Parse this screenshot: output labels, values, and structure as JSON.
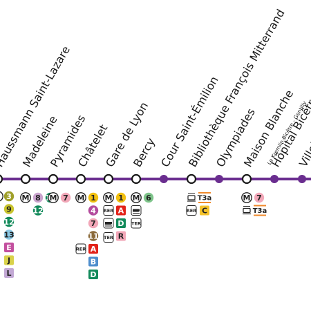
{
  "line": {
    "color": "#6a2d8f"
  },
  "stations": [
    {
      "id": "haussmann-saint-lazare",
      "name": "Haussmann Saint-Lazare",
      "kind": "interchange",
      "badges": [
        {
          "kind": "circle",
          "text": "3",
          "bg": "#a0a02a",
          "fg": "#ffffff"
        },
        {
          "kind": "circle",
          "text": "9",
          "bg": "#c8c32d",
          "fg": "#222222"
        },
        {
          "kind": "circle",
          "text": "12",
          "bg": "#138a5b",
          "fg": "#ffffff"
        },
        {
          "kind": "circle",
          "text": "13",
          "bg": "#8cc8e4",
          "fg": "#222222"
        },
        {
          "kind": "square",
          "text": "E",
          "bg": "#c34f9e",
          "fg": "#ffffff"
        },
        {
          "kind": "square",
          "text": "J",
          "bg": "#d9d24a",
          "fg": "#222222"
        },
        {
          "kind": "square",
          "text": "L",
          "bg": "#c2a8d4",
          "fg": "#222222"
        }
      ]
    },
    {
      "id": "madeleine",
      "name": "Madeleine",
      "kind": "interchange",
      "badges": [
        {
          "kind": "metro",
          "text": "M",
          "bg": "#ffffff",
          "fg": "#222222"
        },
        {
          "kind": "circle",
          "text": "8",
          "bg": "#c9a3cd",
          "fg": "#222222"
        },
        {
          "kind": "circle",
          "text": "12",
          "bg": "#138a5b",
          "fg": "#ffffff"
        }
      ]
    },
    {
      "id": "pyramides",
      "name": "Pyramides",
      "kind": "interchange",
      "badges": [
        {
          "kind": "metro",
          "text": "M",
          "bg": "#ffffff",
          "fg": "#222222"
        },
        {
          "kind": "circle",
          "text": "7",
          "bg": "#f2a7b8",
          "fg": "#222222"
        }
      ]
    },
    {
      "id": "chatelet",
      "name": "Châtelet",
      "kind": "interchange",
      "badges": [
        {
          "kind": "metro",
          "text": "M",
          "bg": "#ffffff",
          "fg": "#222222"
        },
        {
          "kind": "circle",
          "text": "1",
          "bg": "#f2c010",
          "fg": "#222222"
        },
        {
          "kind": "circle",
          "text": "4",
          "bg": "#b44b9d",
          "fg": "#ffffff"
        },
        {
          "kind": "circle",
          "text": "7",
          "bg": "#f2a7b8",
          "fg": "#222222"
        },
        {
          "kind": "circle",
          "text": "11",
          "bg": "#8b6a3a",
          "fg": "#ffffff"
        },
        {
          "kind": "square",
          "text": "A",
          "bg": "#e2231a",
          "fg": "#ffffff"
        },
        {
          "kind": "square",
          "text": "B",
          "bg": "#4f8ecd",
          "fg": "#ffffff"
        },
        {
          "kind": "square",
          "text": "D",
          "bg": "#138a5b",
          "fg": "#ffffff"
        }
      ],
      "extras": [
        {
          "kind": "rer",
          "text": "RER"
        }
      ]
    },
    {
      "id": "gare-de-lyon",
      "name": "Gare de Lyon",
      "kind": "interchange",
      "badges": [
        {
          "kind": "metro",
          "text": "M",
          "bg": "#ffffff",
          "fg": "#222222"
        },
        {
          "kind": "circle",
          "text": "1",
          "bg": "#f2c010",
          "fg": "#222222"
        },
        {
          "kind": "square",
          "text": "A",
          "bg": "#e2231a",
          "fg": "#ffffff"
        },
        {
          "kind": "square",
          "text": "D",
          "bg": "#138a5b",
          "fg": "#ffffff"
        },
        {
          "kind": "square",
          "text": "R",
          "bg": "#f2a7b8",
          "fg": "#222222"
        }
      ],
      "extras": [
        {
          "kind": "rer",
          "text": "RER"
        },
        {
          "kind": "train-icon"
        },
        {
          "kind": "ter",
          "text": "TER"
        }
      ]
    },
    {
      "id": "bercy",
      "name": "Bercy",
      "kind": "interchange",
      "badges": [
        {
          "kind": "metro",
          "text": "M",
          "bg": "#ffffff",
          "fg": "#222222"
        },
        {
          "kind": "circle",
          "text": "6",
          "bg": "#7ec48a",
          "fg": "#222222"
        }
      ],
      "extras": [
        {
          "kind": "train-icon"
        },
        {
          "kind": "ter",
          "text": "TER"
        }
      ]
    },
    {
      "id": "cour-saint-emilion",
      "name": "Cour Saint-Émilion",
      "kind": "stop",
      "badges": []
    },
    {
      "id": "bibliotheque-francois-mitterrand",
      "name": "Bibliothèque François Mitterrand",
      "kind": "interchange",
      "badges": [
        {
          "kind": "square",
          "text": "C",
          "bg": "#f5c32c",
          "fg": "#222222"
        }
      ],
      "extras": [
        {
          "kind": "tram-icon"
        },
        {
          "kind": "t3a",
          "text": "T3a"
        },
        {
          "kind": "rer",
          "text": "RER"
        }
      ]
    },
    {
      "id": "olympiades",
      "name": "Olympiades",
      "kind": "stop",
      "badges": []
    },
    {
      "id": "maison-blanche",
      "name": "Maison Blanche",
      "kind": "interchange",
      "badges": [
        {
          "kind": "metro",
          "text": "M",
          "bg": "#ffffff",
          "fg": "#222222"
        },
        {
          "kind": "circle",
          "text": "7",
          "bg": "#f2a7b8",
          "fg": "#222222"
        }
      ],
      "extras": [
        {
          "kind": "tram-icon"
        },
        {
          "kind": "t3a",
          "text": "T3a"
        }
      ]
    },
    {
      "id": "hopital-bicetre",
      "name": "Hôpital Bicêtre",
      "subname": "Le Kremlin-Bicêtre - Gentilly",
      "kind": "stop",
      "badges": []
    },
    {
      "id": "villejuif",
      "name": "Villejuif",
      "kind": "stop",
      "badges": []
    }
  ]
}
